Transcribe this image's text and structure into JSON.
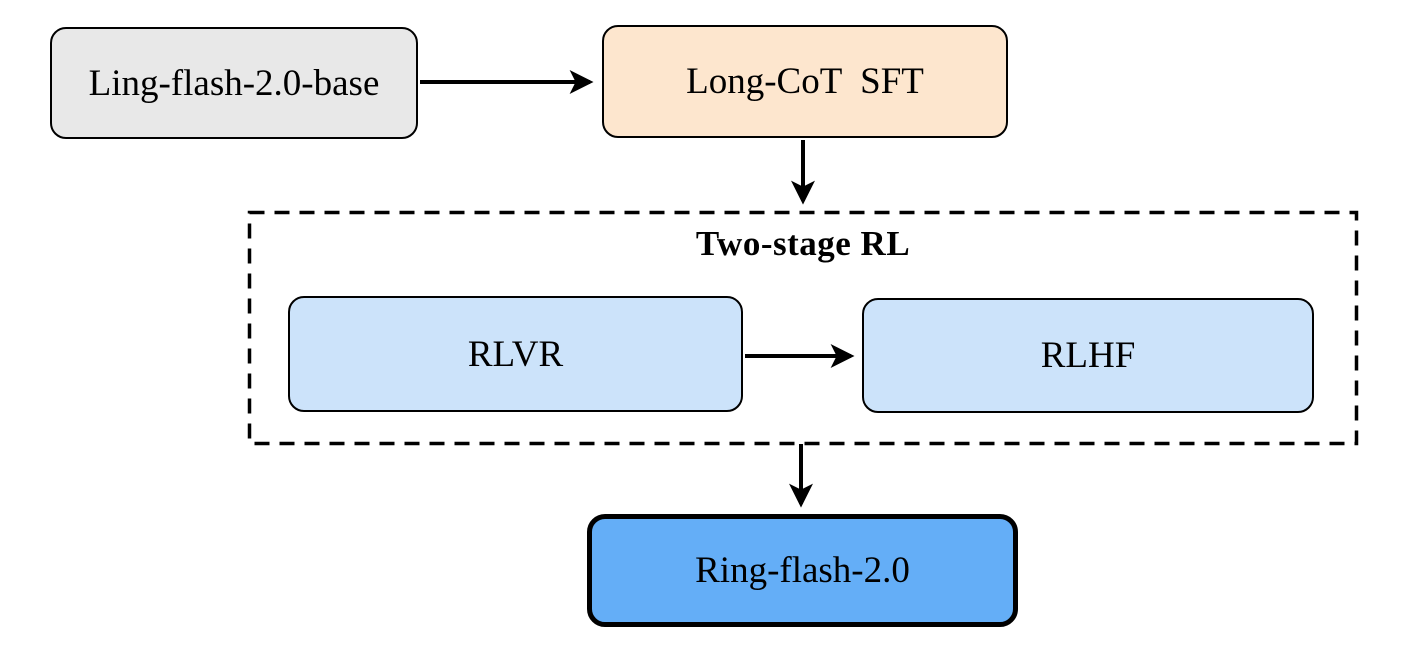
{
  "diagram": {
    "background": "#ffffff",
    "nodes": [
      {
        "id": "base",
        "label": "Ling-flash-2.0-base",
        "fill": "#e8e8e8",
        "border_color": "#000000"
      },
      {
        "id": "sft",
        "label": "Long-CoT  SFT",
        "fill": "#fde6ce",
        "border_color": "#000000"
      },
      {
        "id": "rlvr",
        "label": "RLVR",
        "fill": "#cce3fa",
        "border_color": "#000000"
      },
      {
        "id": "rlhf",
        "label": "RLHF",
        "fill": "#cce3fa",
        "border_color": "#000000"
      },
      {
        "id": "ring",
        "label": "Ring-flash-2.0",
        "fill": "#64aef7",
        "border_color": "#000000",
        "border_weight": "thick"
      }
    ],
    "group": {
      "title": "Two-stage RL",
      "border_style": "dashed",
      "border_color": "#000000",
      "contains": [
        "rlvr",
        "rlhf"
      ]
    },
    "arrows": [
      {
        "from": "base",
        "to": "sft",
        "direction": "right"
      },
      {
        "from": "sft",
        "to": "two-stage-rl",
        "direction": "down"
      },
      {
        "from": "rlvr",
        "to": "rlhf",
        "direction": "right"
      },
      {
        "from": "two-stage-rl",
        "to": "ring",
        "direction": "down"
      }
    ],
    "arrow_color": "#000000"
  }
}
